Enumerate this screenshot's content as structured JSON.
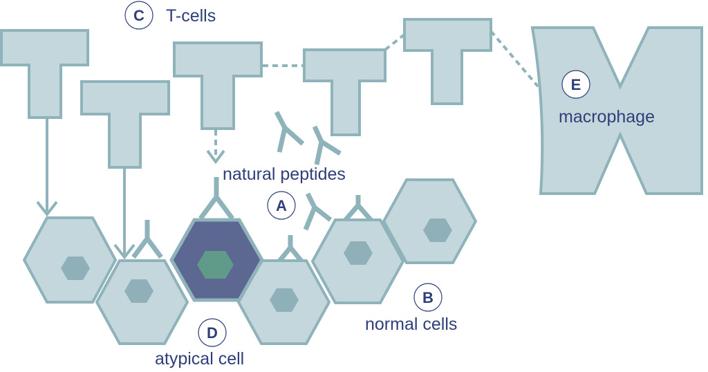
{
  "labels": {
    "tcells": {
      "letter": "C",
      "text": "T-cells"
    },
    "peptides": {
      "letter": "A",
      "text": "natural peptides"
    },
    "normal": {
      "letter": "B",
      "text": "normal cells"
    },
    "atypical": {
      "letter": "D",
      "text": "atypical cell"
    },
    "macrophage": {
      "letter": "E",
      "text": "macrophage"
    }
  },
  "colors": {
    "cell_fill": "#c4d7dc",
    "outline": "#8fb3ba",
    "text": "#2e3f7a",
    "atypical_fill": "#5c6891",
    "atypical_nucleus": "#609a88",
    "nucleus": "#8fb0b8"
  }
}
